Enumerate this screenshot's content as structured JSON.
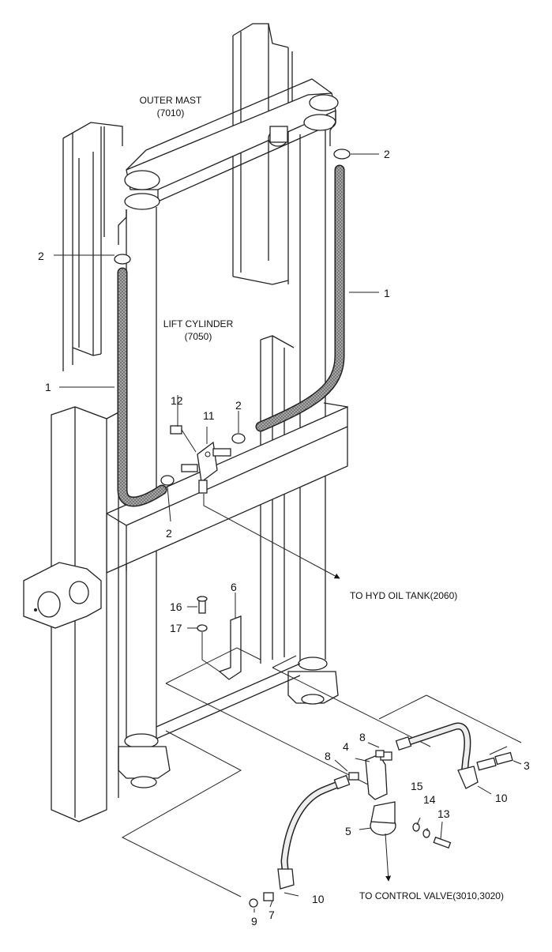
{
  "labels": {
    "outer_mast": "OUTER MAST",
    "outer_mast_code": "(7010)",
    "lift_cylinder": "LIFT CYLINDER",
    "lift_cylinder_code": "(7050)",
    "to_hyd_tank": "TO HYD OIL TANK(2060)",
    "to_control_valve": "TO CONTROL VALVE(3010,3020)"
  },
  "callouts": {
    "c1_right": "1",
    "c1_left": "1",
    "c2_topright": "2",
    "c2_topleft": "2",
    "c2_mid": "2",
    "c2_low": "2",
    "c3": "3",
    "c4": "4",
    "c5": "5",
    "c6": "6",
    "c7": "7",
    "c8a": "8",
    "c8b": "8",
    "c9": "9",
    "c10a": "10",
    "c10b": "10",
    "c11": "11",
    "c12": "12",
    "c13": "13",
    "c14": "14",
    "c15": "15",
    "c16": "16",
    "c17": "17"
  }
}
